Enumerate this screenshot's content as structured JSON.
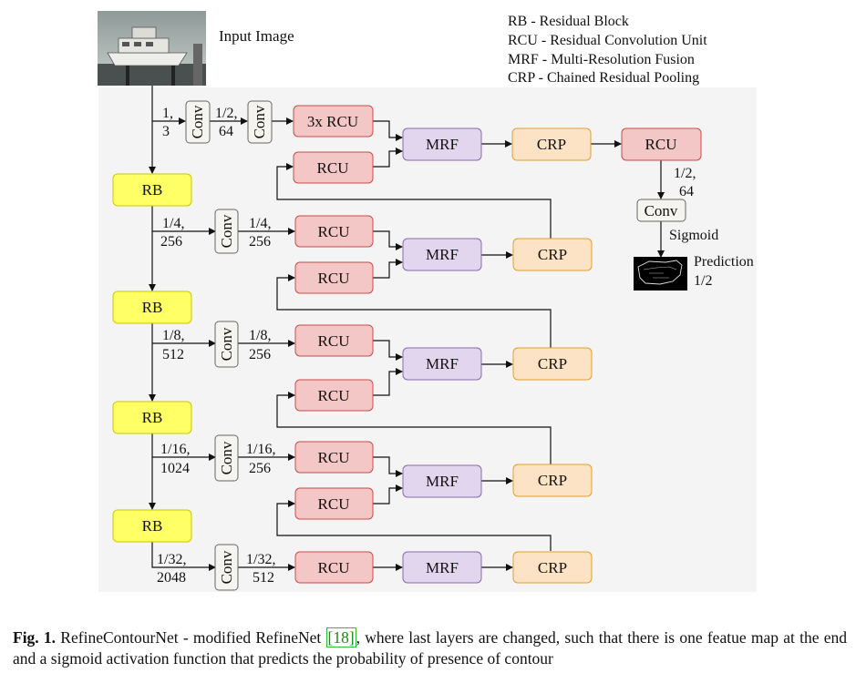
{
  "input_image_label": "Input Image",
  "legend": [
    "RB - Residual Block",
    "RCU - Residual Convolution Unit",
    "MRF - Multi-Resolution Fusion",
    "CRP - Chained Residual Pooling"
  ],
  "blocks": {
    "conv": "Conv",
    "rb": "RB",
    "rcu": "RCU",
    "rcu3": "3x RCU",
    "mrf": "MRF",
    "crp": "CRP"
  },
  "edge_labels": {
    "in_a": "1,",
    "in_b": "3",
    "top_a": "1/2,",
    "top_b": "64",
    "s1_in_a": "1/4,",
    "s1_in_b": "256",
    "s1_out_a": "1/4,",
    "s1_out_b": "256",
    "s2_in_a": "1/8,",
    "s2_in_b": "512",
    "s2_out_a": "1/8,",
    "s2_out_b": "256",
    "s3_in_a": "1/16,",
    "s3_in_b": "1024",
    "s3_out_a": "1/16,",
    "s3_out_b": "256",
    "s4_in_a": "1/32,",
    "s4_in_b": "2048",
    "s4_out_a": "1/32,",
    "s4_out_b": "512",
    "out_a": "1/2,",
    "out_b": "64",
    "sigmoid": "Sigmoid",
    "prediction": "Prediction",
    "prediction_scale": "1/2"
  },
  "colors": {
    "rb_fill": "#ffff66",
    "rb_stroke": "#c8c800",
    "rcu_fill": "#f4c7c7",
    "rcu_stroke": "#c84c4c",
    "mrf_fill": "#e2d5ee",
    "mrf_stroke": "#8a6aaa",
    "crp_fill": "#fde3c6",
    "crp_stroke": "#e0a030",
    "conv_fill": "#f5f4ee",
    "conv_stroke": "#666666",
    "canvas_bg": "#f4f4f4"
  },
  "caption": {
    "label": "Fig. 1.",
    "before_ref": " RefineContourNet - modified RefineNet ",
    "ref": "[18]",
    "after_ref": ", where last layers are changed, such that there is one featue map at the end and a sigmoid activation function that predicts the probability of presence of contour"
  }
}
